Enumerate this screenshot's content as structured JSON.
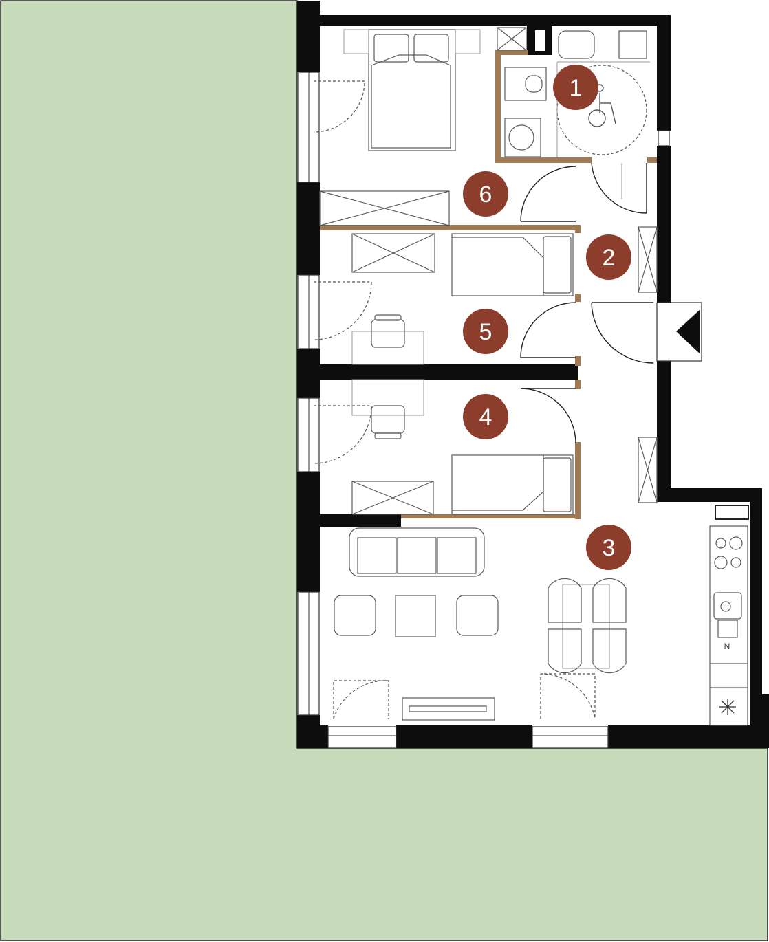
{
  "colors": {
    "garden": "#c8dbba",
    "wall": "#0d0d0d",
    "partition": "#a07a52",
    "room_marker": "#8c3d2c",
    "floor": "#ffffff"
  },
  "rooms": [
    {
      "label": "1"
    },
    {
      "label": "2"
    },
    {
      "label": "3"
    },
    {
      "label": "4"
    },
    {
      "label": "5"
    },
    {
      "label": "6"
    }
  ],
  "symbols": {
    "entrance": "entrance-arrow-icon",
    "accessible": "wheelchair-icon",
    "fridge": "snowflake-icon",
    "compass_mark": "N"
  }
}
